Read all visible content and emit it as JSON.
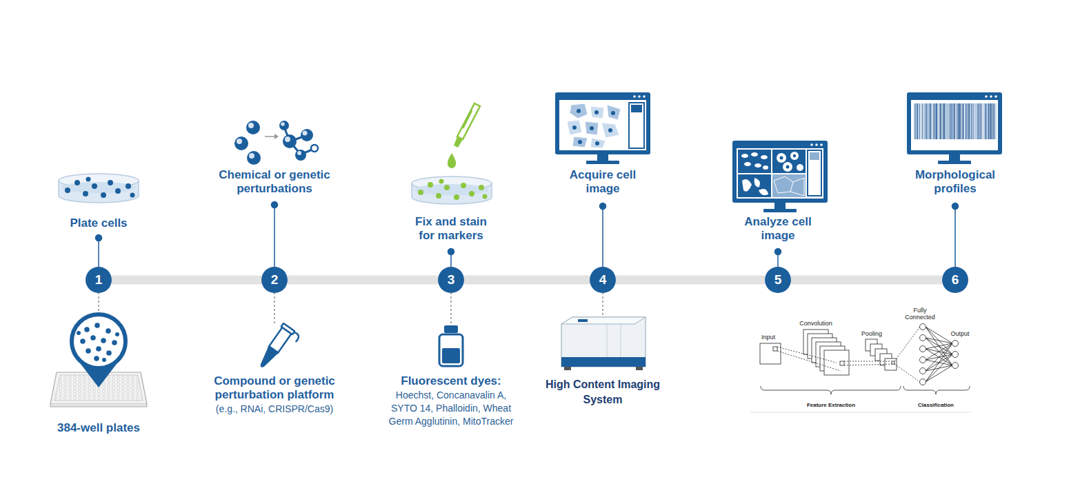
{
  "diagram": {
    "nodes": [
      {
        "text": [
          "1"
        ]
      },
      {
        "text": [
          "2"
        ]
      },
      {
        "text": [
          "3"
        ]
      },
      {
        "text": [
          "4"
        ]
      },
      {
        "text": [
          "5"
        ]
      },
      {
        "text": [
          "6"
        ]
      }
    ],
    "edges": [
      {
        "from": 0,
        "to": 1,
        "arrow": "none"
      },
      {
        "from": 1,
        "to": 2,
        "arrow": "none"
      },
      {
        "from": 2,
        "to": 3,
        "arrow": "none"
      },
      {
        "from": 3,
        "to": 4,
        "arrow": "none"
      },
      {
        "from": 4,
        "to": 5,
        "arrow": "none"
      }
    ],
    "labels": [
      "Plate cells",
      "384-well plates",
      "Chemical or genetic perturbations",
      "Compound or genetic perturbation platform",
      "(e.g., RNAi, CRISPR/Cas9)",
      "Fix and stain for markers",
      "Fluorescent dyes:",
      "Hoechst, Concanavalin A, SYTO 14, Phalloidin, Wheat Germ Agglutinin, MitoTracker",
      "Acquire cell image",
      "High Content Imaging System",
      "Analyze cell image",
      "Input",
      "Convolution",
      "Pooling",
      "Fully Connected",
      "Output",
      "Feature Extraction",
      "Classification",
      "Morphological profiles"
    ]
  }
}
